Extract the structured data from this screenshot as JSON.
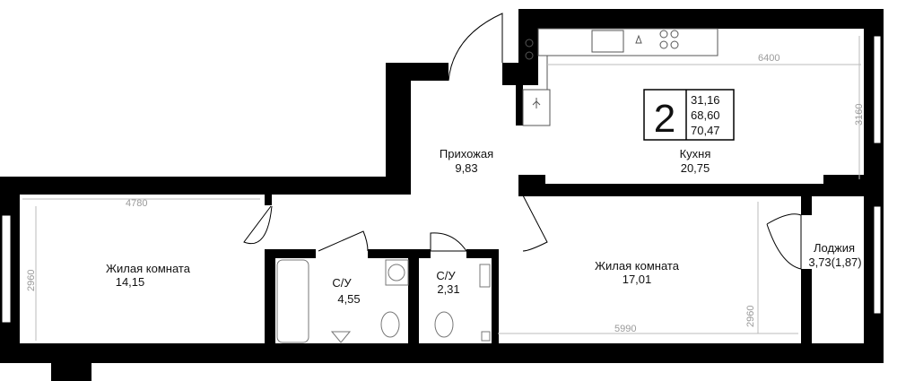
{
  "plan": {
    "rooms_count": "2",
    "areas": [
      "31,16",
      "68,60",
      "70,47"
    ],
    "rooms": {
      "hallway": {
        "name": "Прихожая",
        "area": "9,83"
      },
      "kitchen": {
        "name": "Кухня",
        "area": "20,75"
      },
      "living_left": {
        "name": "Жилая комната",
        "area": "14,15"
      },
      "living_right": {
        "name": "Жилая комната",
        "area": "17,01"
      },
      "bath_1": {
        "name": "С/У",
        "area": "4,55"
      },
      "bath_2": {
        "name": "С/У",
        "area": "2,31"
      },
      "loggia": {
        "name": "Лоджия",
        "area": "3,73(1,87)"
      }
    },
    "dimensions": {
      "kitchen_width": "6400",
      "kitchen_depth": "3160",
      "left_room_width": "4780",
      "left_room_depth": "2960",
      "right_room_width": "5990",
      "right_room_depth": "2960"
    }
  }
}
